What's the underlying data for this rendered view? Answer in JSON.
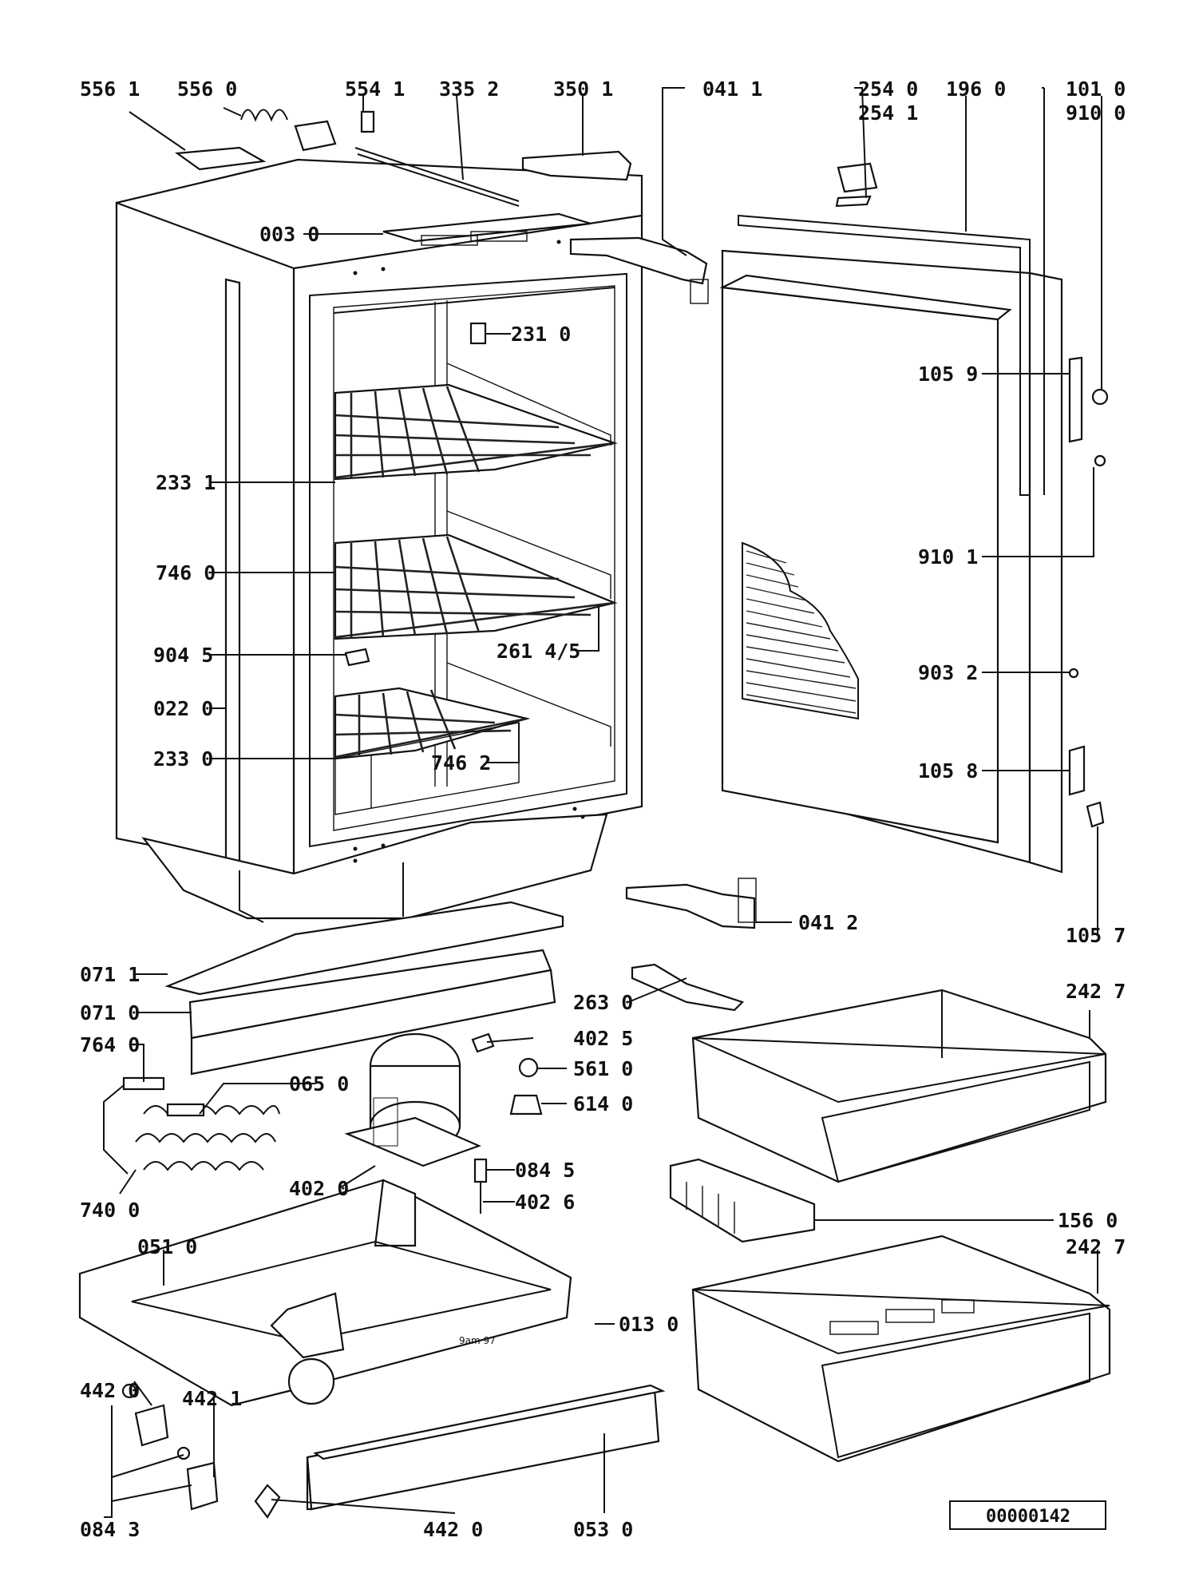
{
  "labels": {
    "l5561": "556 1",
    "l5560": "556 0",
    "l5541": "554 1",
    "l3352": "335 2",
    "l3501": "350 1",
    "l0411": "041 1",
    "l2540": "254 0",
    "l2541": "254 1",
    "l1960": "196 0",
    "l1010": "101 0",
    "l9100": "910 0",
    "l0030": "003 0",
    "l2310": "231 0",
    "l1059": "105 9",
    "l2331": "233 1",
    "l9101": "910 1",
    "l7460": "746 0",
    "l26145": "261 4/5",
    "l9045": "904 5",
    "l9032": "903 2",
    "l0220": "022 0",
    "l2330": "233 0",
    "l7462": "746 2",
    "l1058": "105 8",
    "l0412": "041 2",
    "l1057": "105 7",
    "l0711": "071 1",
    "l2427a": "242 7",
    "l0710": "071 0",
    "l2630": "263 0",
    "l4025": "402 5",
    "l7640": "764 0",
    "l5610": "561 0",
    "l0650": "065 0",
    "l6140": "614 0",
    "l0845": "084 5",
    "l4020": "402 0",
    "l4026": "402 6",
    "l7400": "740 0",
    "l1560": "156 0",
    "l0510": "051 0",
    "l2427b": "242 7",
    "l0130": "013 0",
    "l4420a": "442 0",
    "l4421": "442 1",
    "l0843": "084 3",
    "l4420b": "442 0",
    "l0530": "053 0"
  },
  "base_stamp": "9am 97",
  "drawing_number": "00000142"
}
